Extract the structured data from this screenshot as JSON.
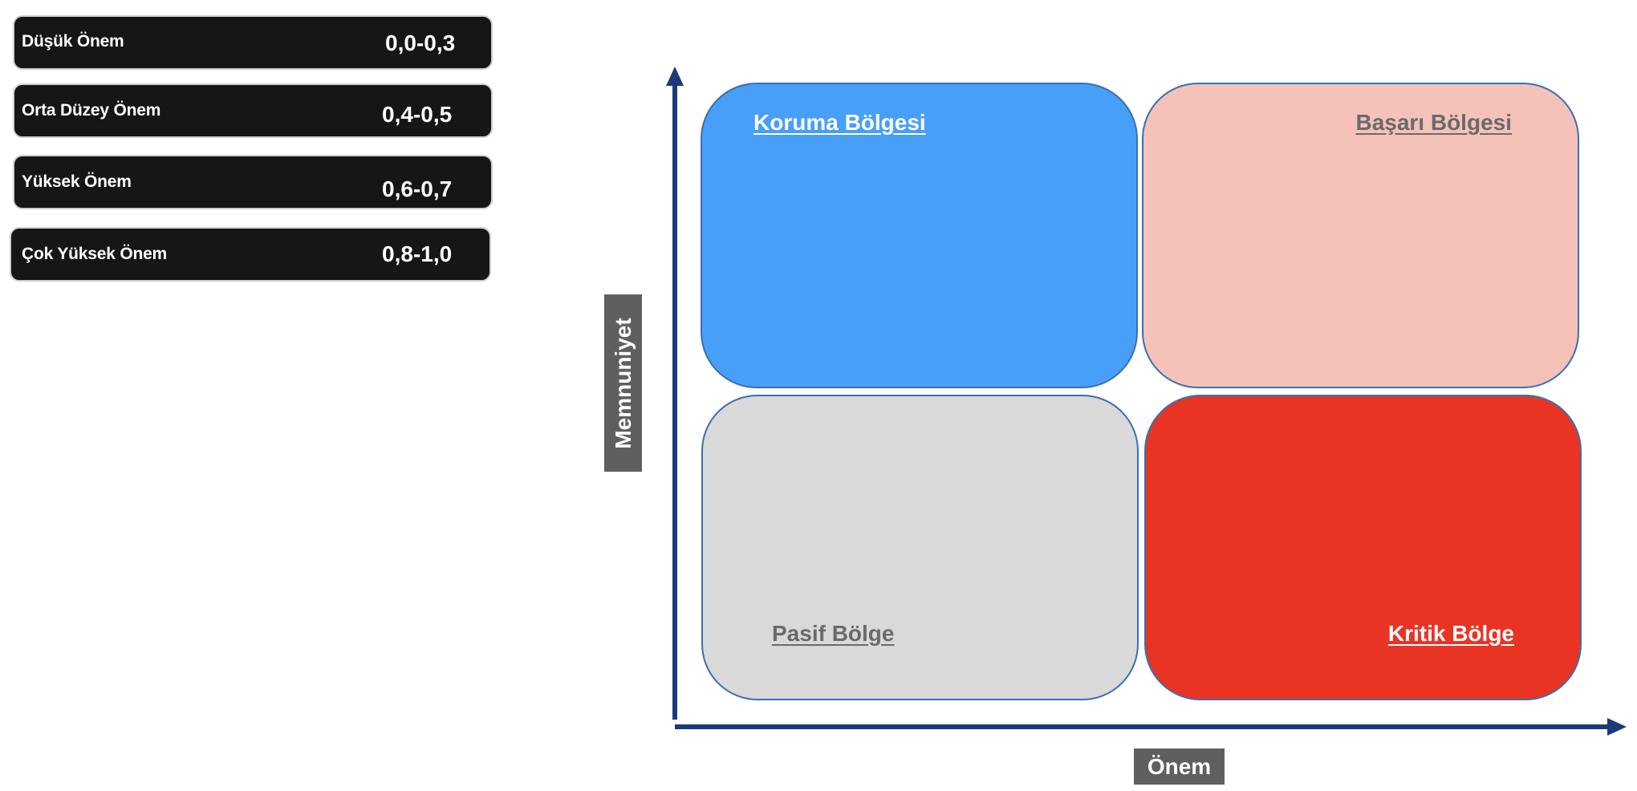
{
  "legend": [
    {
      "label": "Düşük Önem",
      "range": "0,0-0,3"
    },
    {
      "label": "Orta Düzey Önem",
      "range": "0,4-0,5"
    },
    {
      "label": "Yüksek Önem",
      "range": "0,6-0,7"
    },
    {
      "label": "Çok Yüksek Önem",
      "range": "0,8-1,0"
    }
  ],
  "zones": {
    "top_left": {
      "label": "Koruma Bölgesi",
      "color": "#489ff7",
      "text_color": "#ffffff"
    },
    "top_right": {
      "label": "Başarı Bölgesi",
      "color": "#f4c2b8",
      "text_color": "#6a6a6a"
    },
    "bottom_left": {
      "label": "Pasif Bölge",
      "color": "#d9d9d9",
      "text_color": "#6a6a6a"
    },
    "bottom_right": {
      "label": "Kritik Bölge",
      "color": "#e93424",
      "text_color": "#ffffff"
    }
  },
  "axes": {
    "y_label": "Memnuniyet",
    "x_label": "Önem",
    "color": "#1c3a7a"
  }
}
